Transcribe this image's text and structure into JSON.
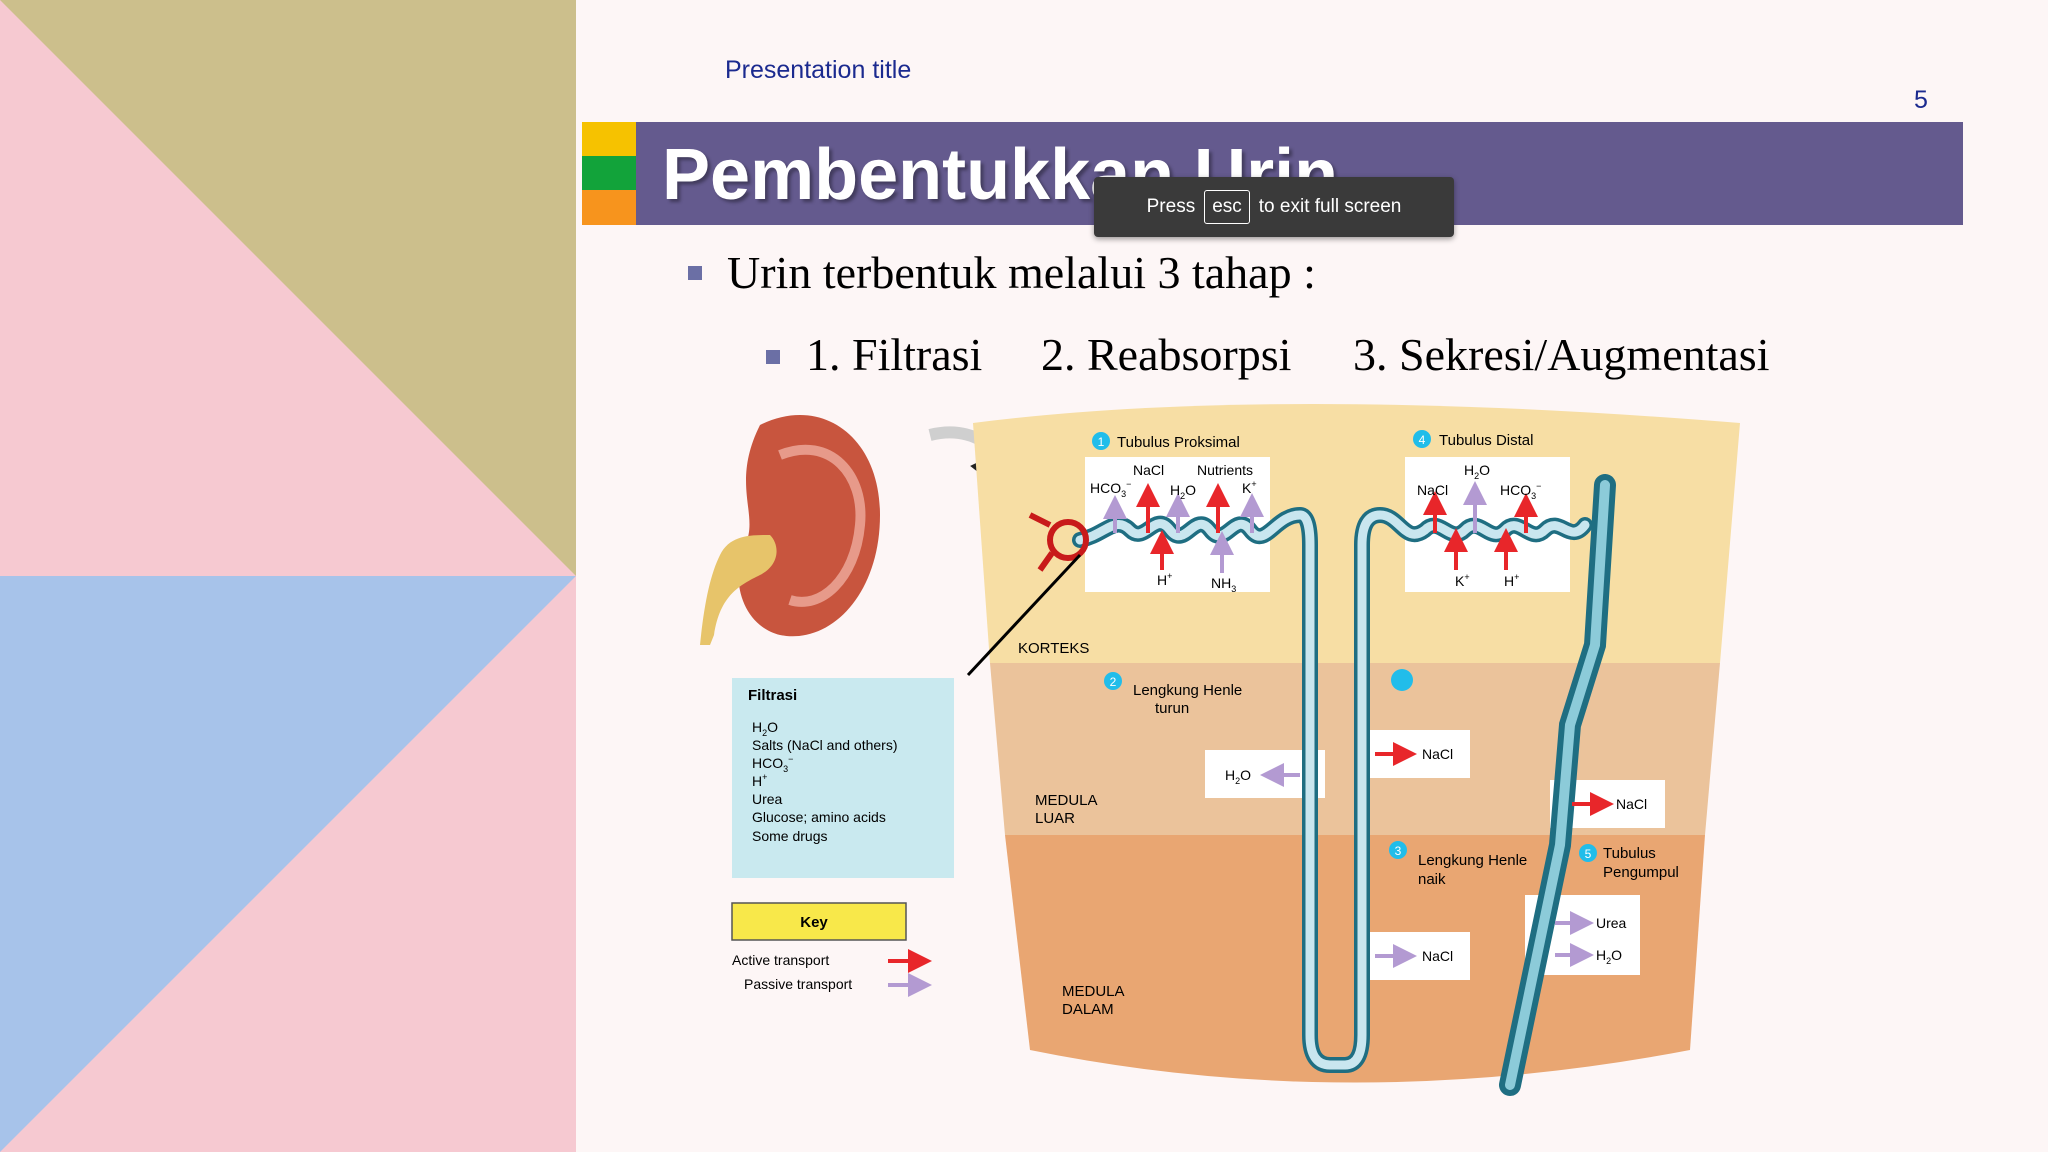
{
  "colors": {
    "header_bar": "#645a8e",
    "title_text": "#1b2a8f",
    "deco_pink": "#f6c9d1",
    "deco_tan": "#ccbf8c",
    "deco_blue": "#a7c3ea",
    "active_arrow": "#e8262a",
    "passive_arrow": "#b39ad2"
  },
  "presentation_title": "Presentation title",
  "page_number": "5",
  "slide": {
    "title": "Pembentukkan Urin",
    "bullet_1": "Urin terbentuk melalui 3 tahap :",
    "steps": [
      "1. Filtrasi",
      "2. Reabsorpsi",
      "3. Sekresi/Augmentasi"
    ]
  },
  "fullscreen_toast": {
    "press": "Press",
    "key": "esc",
    "rest": "to exit full screen"
  },
  "diagram": {
    "korteks": "KORTEKS",
    "medula_luar": [
      "MEDULA",
      "LUAR"
    ],
    "medula_dalam": [
      "MEDULA",
      "DALAM"
    ],
    "tubulus_proksimal": {
      "num": "1",
      "label": "Tubulus Proksimal"
    },
    "tubulus_distal": {
      "num": "4",
      "label": "Tubulus Distal"
    },
    "henle_turun": {
      "num": "2",
      "label": [
        "Lengkung Henle",
        "turun"
      ]
    },
    "henle_naik": {
      "num": "3",
      "label": [
        "Lengkung Henle",
        "naik"
      ]
    },
    "pengumpul": {
      "num": "5",
      "label": [
        "Tubulus",
        "Pengumpul"
      ]
    },
    "proksimal_labels": {
      "nacl": "NaCl",
      "nutrients": "Nutrients",
      "hco3": "HCO",
      "h2o": "H",
      "k": "K",
      "h": "H",
      "nh3": "NH"
    },
    "distal_labels": {
      "h2o": "H",
      "nacl": "NaCl",
      "hco3": "HCO",
      "k": "K",
      "h": "H"
    },
    "box_h2o": "H",
    "box_nacl_1": "NaCl",
    "box_nacl_2": "NaCl",
    "box_nacl_3": "NaCl",
    "box_urea": "Urea",
    "box_h2o_2": "H",
    "filtrasi": {
      "title": "Filtrasi",
      "items": [
        "H",
        "Salts (NaCl and others)",
        "HCO",
        "H",
        "Urea",
        "Glucose; amino acids",
        "Some drugs"
      ]
    },
    "key": {
      "title": "Key",
      "active": "Active transport",
      "passive": "Passive transport"
    }
  }
}
